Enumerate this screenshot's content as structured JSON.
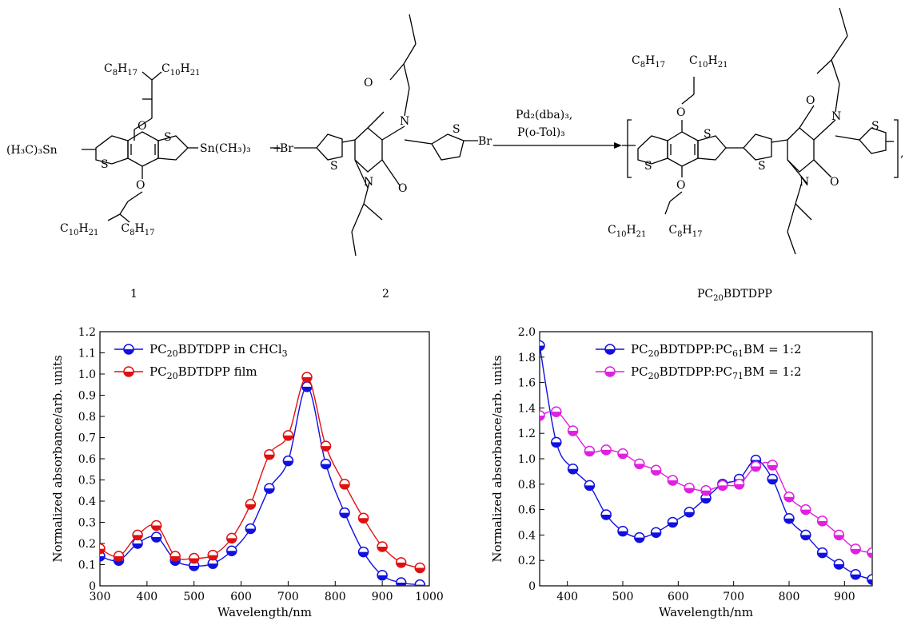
{
  "scheme": {
    "reactant1": {
      "number": "1",
      "top_chain": [
        "C",
        "8",
        "H",
        "17",
        "C",
        "10",
        "H",
        "21"
      ],
      "bottom_chain": [
        "C",
        "10",
        "H",
        "21",
        "C",
        "8",
        "H",
        "17"
      ],
      "left_group": "(H₃C)₃Sn",
      "right_group": "Sn(CH₃)₃",
      "plus": "+",
      "sulfur": "S",
      "oxygen": "O"
    },
    "reactant2": {
      "number": "2",
      "left_group": "Br",
      "right_group": "Br",
      "sulfur": "S",
      "nitrogen": "N",
      "oxygen": "O"
    },
    "conditions": {
      "line1": "Pd₂(dba)₃,",
      "line2": "P(o-Tol)₃"
    },
    "product": {
      "name_prefix": "PC",
      "name_sub": "20",
      "name_suffix": "BDTDPP",
      "top_chain": [
        "C",
        "8",
        "H",
        "17",
        "C",
        "10",
        "H",
        "21"
      ],
      "bottom_chain": [
        "C",
        "10",
        "H",
        "21",
        "C",
        "8",
        "H",
        "17"
      ],
      "sulfur": "S",
      "nitrogen": "N",
      "oxygen": "O",
      "repeat_mark": ","
    }
  },
  "chart_data": [
    {
      "type": "line",
      "xlabel": "Wavelength/nm",
      "ylabel": "Normalized absorbance/arb. units",
      "xlim": [
        300,
        1000
      ],
      "ylim": [
        0,
        1.2
      ],
      "xticks": [
        "300",
        "400",
        "500",
        "600",
        "700",
        "800",
        "900",
        "1000"
      ],
      "yticks": [
        "0",
        "0.1",
        "0.2",
        "0.3",
        "0.4",
        "0.5",
        "0.6",
        "0.7",
        "0.8",
        "0.9",
        "1.0",
        "1.1",
        "1.2"
      ],
      "legend_position": "top-left",
      "series": [
        {
          "name_prefix": "PC",
          "name_sub": "20",
          "name_mid": "BDTDPP in CHCl",
          "name_sub2": "3",
          "color": "#1010e0",
          "marker": "half-filled-circle",
          "x": [
            300,
            340,
            380,
            420,
            460,
            500,
            540,
            580,
            620,
            660,
            700,
            740,
            780,
            820,
            860,
            900,
            940,
            980
          ],
          "y": [
            0.14,
            0.12,
            0.2,
            0.23,
            0.12,
            0.095,
            0.105,
            0.165,
            0.27,
            0.46,
            0.59,
            0.94,
            0.575,
            0.345,
            0.16,
            0.05,
            0.015,
            0.005
          ]
        },
        {
          "name_prefix": "PC",
          "name_sub": "20",
          "name_mid": "BDTDPP film",
          "name_sub2": "",
          "color": "#e01010",
          "marker": "half-filled-circle",
          "x": [
            300,
            340,
            380,
            420,
            460,
            500,
            540,
            580,
            620,
            660,
            700,
            740,
            780,
            820,
            860,
            900,
            940,
            980
          ],
          "y": [
            0.175,
            0.14,
            0.24,
            0.285,
            0.14,
            0.13,
            0.145,
            0.225,
            0.385,
            0.62,
            0.71,
            0.985,
            0.66,
            0.48,
            0.32,
            0.185,
            0.11,
            0.085
          ]
        }
      ]
    },
    {
      "type": "line",
      "xlabel": "Wavelength/nm",
      "ylabel": "Normalized absorbance/arb. units",
      "xlim": [
        350,
        950
      ],
      "ylim": [
        0,
        2.0
      ],
      "xticks": [
        "400",
        "500",
        "600",
        "700",
        "800",
        "900"
      ],
      "yticks": [
        "0",
        "0.2",
        "0.4",
        "0.6",
        "0.8",
        "1.0",
        "1.2",
        "1.4",
        "1.6",
        "1.8",
        "2.0"
      ],
      "legend_position": "top-right",
      "series": [
        {
          "name_prefix": "PC",
          "name_sub": "20",
          "name_mid": "BDTDPP:PC",
          "name_sub2": "61",
          "name_suffix": "BM = 1:2",
          "color": "#1010e0",
          "marker": "half-filled-circle",
          "x": [
            350,
            380,
            410,
            440,
            470,
            500,
            530,
            560,
            590,
            620,
            650,
            680,
            710,
            740,
            770,
            800,
            830,
            860,
            890,
            920,
            950
          ],
          "y": [
            1.89,
            1.13,
            0.92,
            0.79,
            0.56,
            0.43,
            0.38,
            0.42,
            0.5,
            0.58,
            0.69,
            0.8,
            0.84,
            0.99,
            0.84,
            0.53,
            0.4,
            0.26,
            0.17,
            0.09,
            0.05
          ]
        },
        {
          "name_prefix": "PC",
          "name_sub": "20",
          "name_mid": "BDTDPP:PC",
          "name_sub2": "71",
          "name_suffix": "BM = 1:2",
          "color": "#e020e0",
          "marker": "half-filled-circle",
          "x": [
            350,
            380,
            410,
            440,
            470,
            500,
            530,
            560,
            590,
            620,
            650,
            680,
            710,
            740,
            770,
            800,
            830,
            860,
            890,
            920,
            950
          ],
          "y": [
            1.34,
            1.37,
            1.22,
            1.06,
            1.07,
            1.04,
            0.96,
            0.91,
            0.83,
            0.77,
            0.75,
            0.79,
            0.8,
            0.94,
            0.95,
            0.7,
            0.6,
            0.51,
            0.4,
            0.29,
            0.26
          ]
        }
      ]
    }
  ]
}
